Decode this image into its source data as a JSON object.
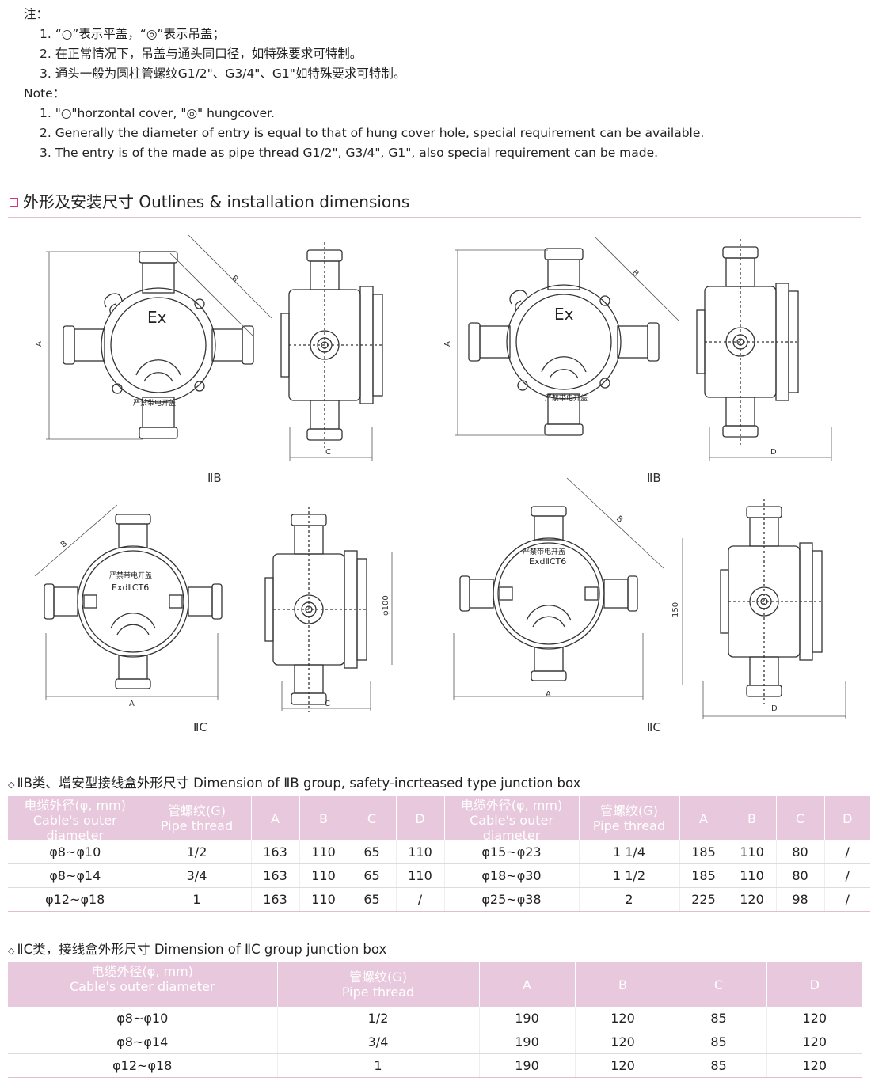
{
  "notes": {
    "cn_head": "注：",
    "cn_items": [
      "1. “○”表示平盖，“◎”表示吊盖；",
      "2. 在正常情况下，吊盖与通头同口径，如特殊要求可特制。",
      "3. 通头一般为圆柱管螺纹G1/2\"、G3/4\"、G1\"如特殊要求可特制。"
    ],
    "en_head": "Note：",
    "en_items": [
      "1. \"○\"horzontal cover, \"◎\" hungcover.",
      "2. Generally the diameter of entry is equal to that of hung cover hole, special requirement can be available.",
      "3. The entry is of the made as pipe thread G1/2\", G3/4\", G1\", also special requirement can be made."
    ]
  },
  "section_title": "外形及安装尺寸 Outlines & installation dimensions",
  "diagram_labels": {
    "ex": "Ex",
    "exd": "ExdⅡCT6",
    "warning": "严禁带电开盖",
    "dimA": "A",
    "dimB": "B",
    "dimC": "C",
    "dimD": "D",
    "phi100": "φ100",
    "d150": "150",
    "group_iib": "ⅡB",
    "group_iic": "ⅡC"
  },
  "table_iib": {
    "title": "ⅡB类、增安型接线盒外形尺寸  Dimension of ⅡB group, safety-incrteased type junction box",
    "headers": {
      "cable_cn": "电缆外径(φ, mm)",
      "cable_en": "Cable's outer diameter",
      "thread_cn": "管螺纹(G)",
      "thread_en": "Pipe thread",
      "a": "A",
      "b": "B",
      "c": "C",
      "d": "D"
    },
    "rows": [
      [
        "φ8~φ10",
        "1/2",
        "163",
        "110",
        "65",
        "110",
        "φ15~φ23",
        "1 1/4",
        "185",
        "110",
        "80",
        "/"
      ],
      [
        "φ8~φ14",
        "3/4",
        "163",
        "110",
        "65",
        "110",
        "φ18~φ30",
        "1 1/2",
        "185",
        "110",
        "80",
        "/"
      ],
      [
        "φ12~φ18",
        "1",
        "163",
        "110",
        "65",
        "/",
        "φ25~φ38",
        "2",
        "225",
        "120",
        "98",
        "/"
      ]
    ]
  },
  "table_iic": {
    "title": "ⅡC类，接线盒外形尺寸  Dimension of ⅡC group junction box",
    "headers": {
      "cable_cn": "电缆外径(φ, mm)",
      "cable_en": "Cable's outer diameter",
      "thread_cn": "管螺纹(G)",
      "thread_en": "Pipe thread",
      "a": "A",
      "b": "B",
      "c": "C",
      "d": "D"
    },
    "rows": [
      [
        "φ8~φ10",
        "1/2",
        "190",
        "120",
        "85",
        "120"
      ],
      [
        "φ8~φ14",
        "3/4",
        "190",
        "120",
        "85",
        "120"
      ],
      [
        "φ12~φ18",
        "1",
        "190",
        "120",
        "85",
        "120"
      ]
    ]
  }
}
